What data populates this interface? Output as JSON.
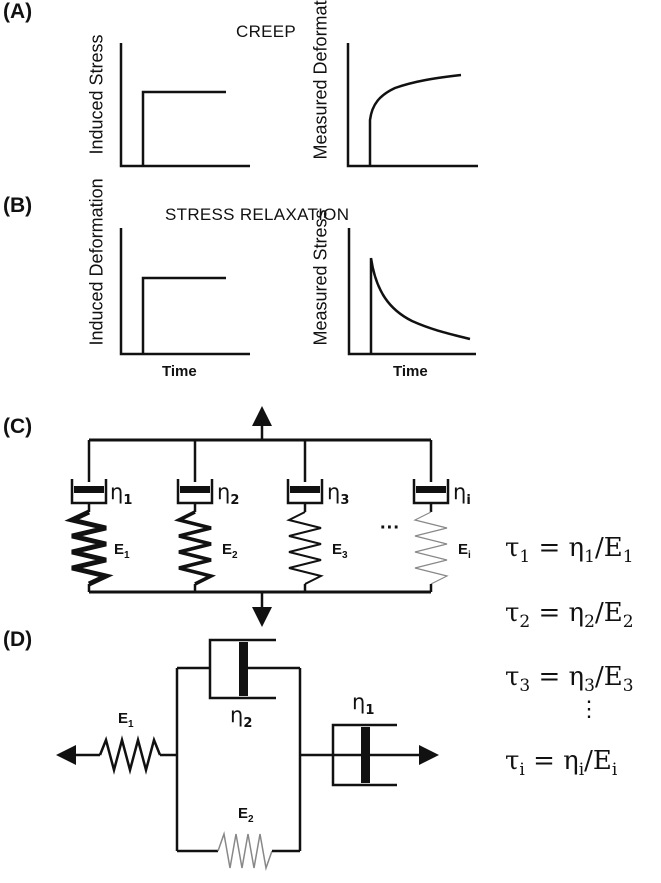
{
  "panels": {
    "A": {
      "label": "(A)",
      "title": "CREEP",
      "left_ylabel": "Induced Stress",
      "right_ylabel": "Measured Deformation"
    },
    "B": {
      "label": "(B)",
      "title": "STRESS RELAXATION",
      "left_ylabel": "Induced Deformation",
      "right_ylabel": "Measured Stress",
      "left_xlabel": "Time",
      "right_xlabel": "Time"
    },
    "C": {
      "label": "(C)",
      "branches": [
        {
          "eta": "η",
          "eta_sub": "1",
          "E": "E",
          "E_sub": "1"
        },
        {
          "eta": "η",
          "eta_sub": "2",
          "E": "E",
          "E_sub": "2"
        },
        {
          "eta": "η",
          "eta_sub": "3",
          "E": "E",
          "E_sub": "3"
        },
        {
          "eta": "η",
          "eta_sub": "i",
          "E": "E",
          "E_sub": "i"
        }
      ],
      "ellipsis": "···"
    },
    "D": {
      "label": "(D)",
      "E1": "E",
      "E1_sub": "1",
      "eta2": "η",
      "eta2_sub": "2",
      "eta1": "η",
      "eta1_sub": "1",
      "E2": "E",
      "E2_sub": "2"
    }
  },
  "equations": [
    {
      "tau": "τ",
      "sub": "1",
      "rhs_eta": " = η",
      "rhs_sub1": "1",
      "rhs_E": "/E",
      "rhs_sub2": "1"
    },
    {
      "tau": "τ",
      "sub": "2",
      "rhs_eta": " = η",
      "rhs_sub1": "2",
      "rhs_E": "/E",
      "rhs_sub2": "2"
    },
    {
      "tau": "τ",
      "sub": "3",
      "rhs_eta": " = η",
      "rhs_sub1": "3",
      "rhs_E": "/E",
      "rhs_sub2": "3"
    },
    {
      "tau": "τ",
      "sub": "i",
      "rhs_eta": " = η",
      "rhs_sub1": "i",
      "rhs_E": "/E",
      "rhs_sub2": "i"
    }
  ],
  "equation_ellipsis": "⋮",
  "colors": {
    "ink": "#111111",
    "gray": "#888888"
  }
}
